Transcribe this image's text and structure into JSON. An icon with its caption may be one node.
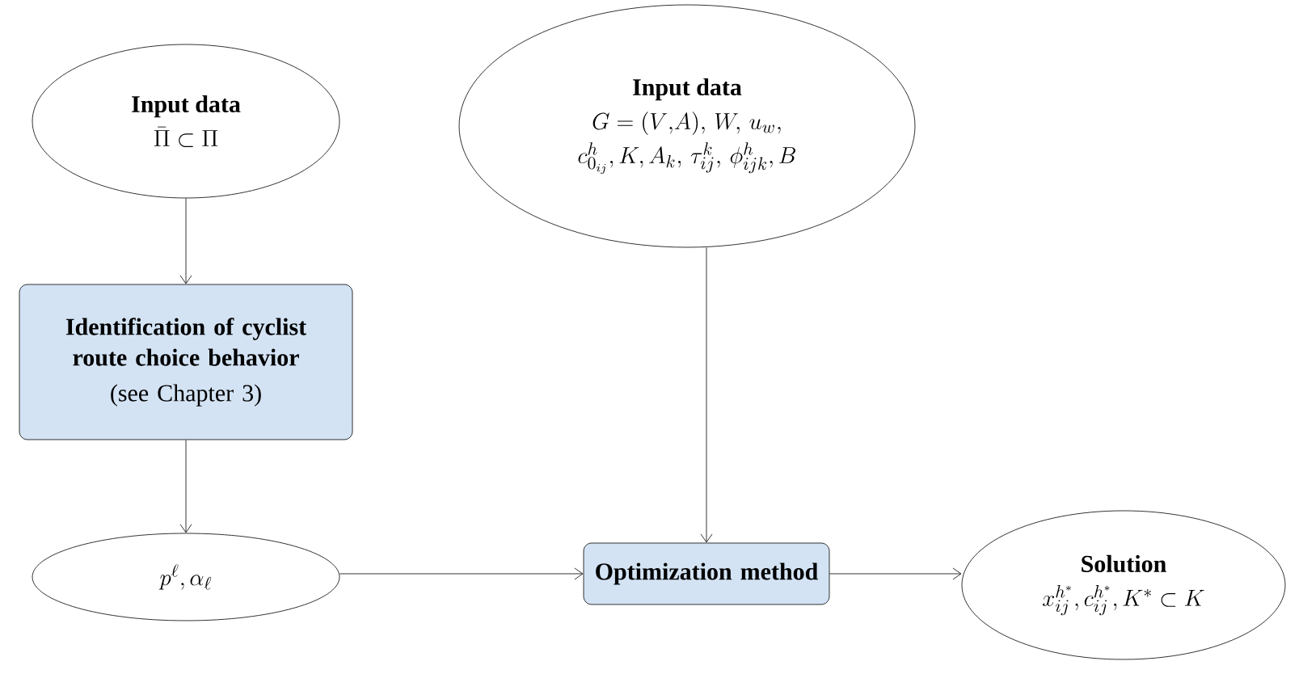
{
  "diagram": {
    "nodes": [
      {
        "text": [
          "Input data",
          "\\bar{\\Pi} \\subset \\Pi"
        ]
      },
      {
        "text": [
          "Identification of cyclist route choice behavior",
          "(see Chapter 3)"
        ]
      },
      {
        "text": [
          "p^{\\ell}, \\alpha_{\\ell}"
        ]
      },
      {
        "text": [
          "Input data",
          "G = (V{,}A),\\, W,\\, u_w,",
          "c^h_{0_{ij}}, K, A_k,\\, \\tau^k_{ij},\\, \\phi^h_{ijk}, B"
        ]
      },
      {
        "text": [
          "Optimization method"
        ]
      },
      {
        "text": [
          "Solution",
          "x^{h^*}_{ij}, c^{h^*}_{ij}, K^* \\subset K"
        ]
      }
    ],
    "edges": [
      {
        "from": 0,
        "to": 1,
        "arrow": "to"
      },
      {
        "from": 1,
        "to": 2,
        "arrow": "to"
      },
      {
        "from": 2,
        "to": 4,
        "arrow": "to"
      },
      {
        "from": 3,
        "to": 4,
        "arrow": "to"
      },
      {
        "from": 4,
        "to": 5,
        "arrow": "to"
      }
    ]
  }
}
